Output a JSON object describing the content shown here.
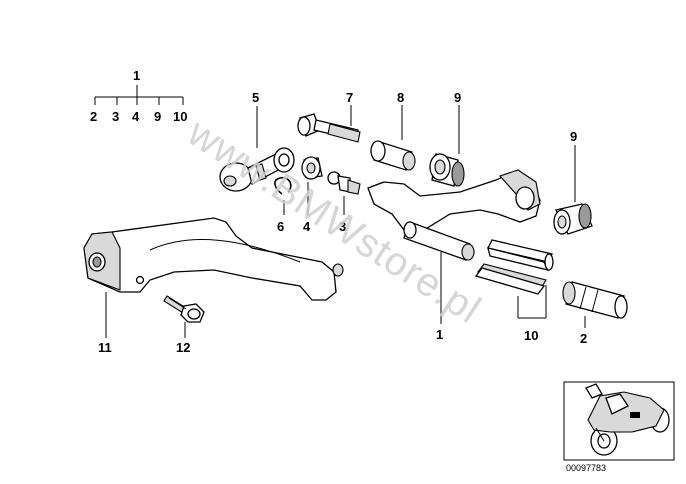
{
  "diagram": {
    "callouts": {
      "group_top": "1",
      "group_sub": [
        "2",
        "3",
        "4",
        "9",
        "10"
      ],
      "c5": "5",
      "c7": "7",
      "c8": "8",
      "c9_top": "9",
      "c9_right": "9",
      "c6": "6",
      "c4": "4",
      "c3": "3",
      "c1": "1",
      "c10": "10",
      "c2": "2",
      "c11": "11",
      "c12": "12"
    },
    "watermark": "www.BMWstore.pl",
    "thumbnail_code": "00097783"
  }
}
